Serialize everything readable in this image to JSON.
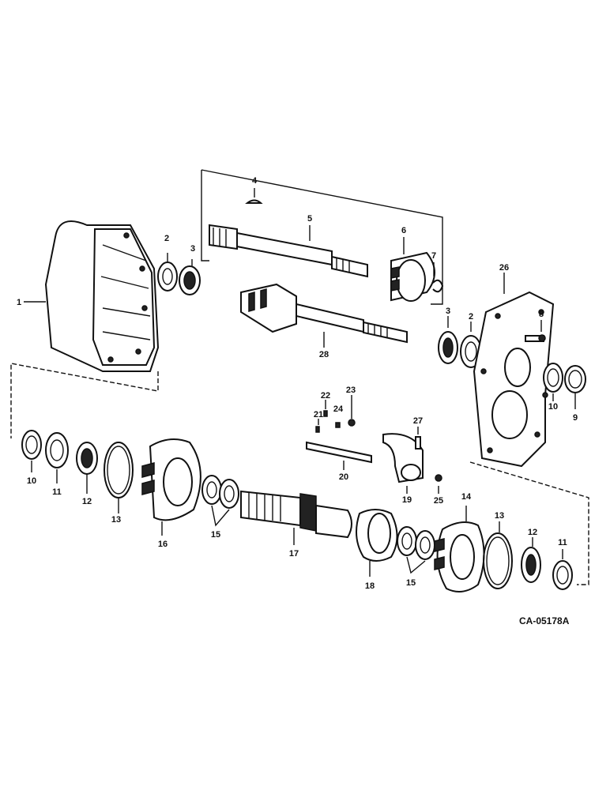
{
  "drawing_code": "CA-05178A",
  "callouts": {
    "p1": "1",
    "p2a": "2",
    "p2b": "2",
    "p3a": "3",
    "p3b": "3",
    "p4": "4",
    "p5": "5",
    "p6": "6",
    "p7": "7",
    "p8": "8",
    "p9": "9",
    "p10a": "10",
    "p10b": "10",
    "p11a": "11",
    "p11b": "11",
    "p12a": "12",
    "p12b": "12",
    "p13a": "13",
    "p13b": "13",
    "p14": "14",
    "p15a": "15",
    "p15b": "15",
    "p16": "16",
    "p17": "17",
    "p18": "18",
    "p19": "19",
    "p20": "20",
    "p21": "21",
    "p22": "22",
    "p23": "23",
    "p24": "24",
    "p25": "25",
    "p26": "26",
    "p27": "27",
    "p28": "28"
  }
}
